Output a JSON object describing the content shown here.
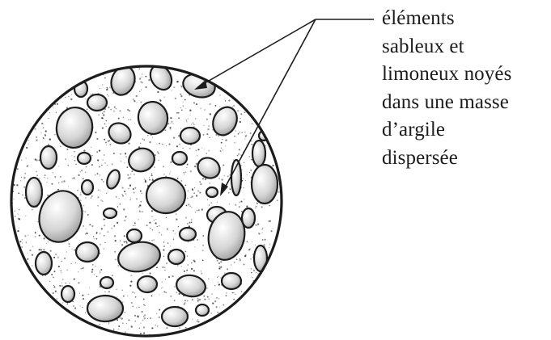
{
  "caption": {
    "lines": [
      "éléments",
      "sableux et",
      "limoneux noyés",
      "dans une masse",
      "d’argile",
      "dispersée"
    ]
  },
  "colors": {
    "ink": "#1c1c1c",
    "grain_shading": "#9a9a9a",
    "background": "#ffffff"
  },
  "icons": {
    "pointer_arrows": "arrow-icon"
  }
}
